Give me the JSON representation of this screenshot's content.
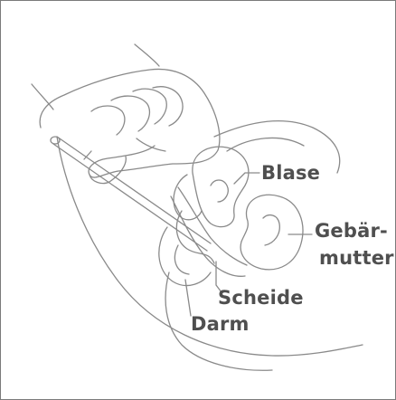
{
  "diagram": {
    "labels": {
      "blase": "Blase",
      "gebaermutter_line1": "Gebär-",
      "gebaermutter_line2": "mutter",
      "scheide": "Scheide",
      "darm": "Darm"
    },
    "colors": {
      "line": "#8a8a8a",
      "text": "#4f4f4f",
      "border": "#7a7a7a",
      "background": "#ffffff"
    }
  }
}
